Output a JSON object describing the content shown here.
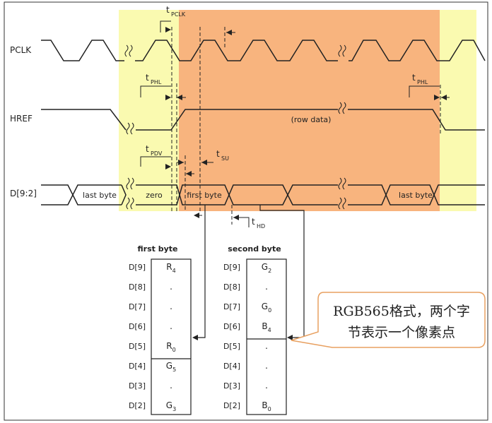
{
  "signals": {
    "pclk": "PCLK",
    "href": "HREF",
    "data": "D[9:2]"
  },
  "timing": {
    "t_pclk": {
      "t": "t",
      "sub": "PCLK"
    },
    "t_phl_left": {
      "t": "t",
      "sub": "PHL"
    },
    "t_phl_right": {
      "t": "t",
      "sub": "PHL"
    },
    "t_pdv": {
      "t": "t",
      "sub": "PDV"
    },
    "t_su": {
      "t": "t",
      "sub": "SU"
    },
    "t_hd": {
      "t": "t",
      "sub": "HD"
    }
  },
  "href_note": "(row data)",
  "data_cells": {
    "last_byte_left": "last byte",
    "zero": "zero",
    "first_byte": "first byte",
    "last_byte_right": "last byte"
  },
  "first_byte_box": {
    "title": "first byte",
    "rows": [
      {
        "bit": "D[9]",
        "val": "R",
        "sub": "4"
      },
      {
        "bit": "D[8]",
        "val": ".",
        "sub": ""
      },
      {
        "bit": "D[7]",
        "val": ".",
        "sub": ""
      },
      {
        "bit": "D[6]",
        "val": ".",
        "sub": ""
      },
      {
        "bit": "D[5]",
        "val": "R",
        "sub": "0"
      },
      {
        "bit": "D[4]",
        "val": "G",
        "sub": "5"
      },
      {
        "bit": "D[3]",
        "val": ".",
        "sub": ""
      },
      {
        "bit": "D[2]",
        "val": "G",
        "sub": "3"
      }
    ]
  },
  "second_byte_box": {
    "title": "second byte",
    "rows": [
      {
        "bit": "D[9]",
        "val": "G",
        "sub": "2"
      },
      {
        "bit": "D[8]",
        "val": ".",
        "sub": ""
      },
      {
        "bit": "D[7]",
        "val": "G",
        "sub": "0"
      },
      {
        "bit": "D[6]",
        "val": "B",
        "sub": "4"
      },
      {
        "bit": "D[5]",
        "val": ".",
        "sub": ""
      },
      {
        "bit": "D[4]",
        "val": ".",
        "sub": ""
      },
      {
        "bit": "D[3]",
        "val": ".",
        "sub": ""
      },
      {
        "bit": "D[2]",
        "val": "B",
        "sub": "0"
      }
    ]
  },
  "callout": {
    "line1": "RGB565格式，两个字",
    "line2": "节表示一个像素点"
  },
  "colors": {
    "blanking": "#fafab0",
    "active": "#f8b47e",
    "callout_border": "#e8a060",
    "line": "#222222"
  }
}
